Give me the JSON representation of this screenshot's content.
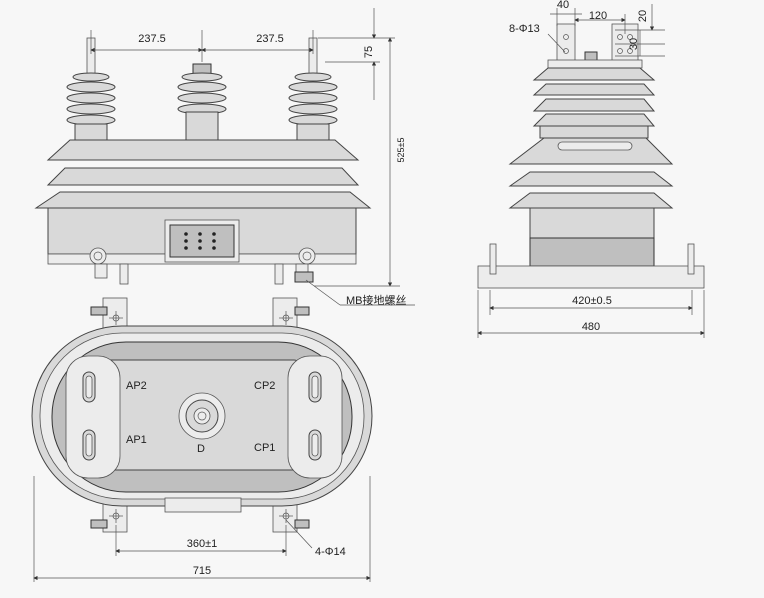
{
  "front_view": {
    "dim_left_spacing": "237.5",
    "dim_right_spacing": "237.5",
    "dim_top_75": "75",
    "dim_height_525": "525±5",
    "ground_bolt_label": "MB接地螺丝"
  },
  "side_view": {
    "dim_40": "40",
    "dim_120": "120",
    "dim_20": "20",
    "dim_30": "30",
    "hole_label": "8-Φ13",
    "dim_420": "420±0.5",
    "dim_480": "480"
  },
  "top_view": {
    "label_ap2": "AP2",
    "label_ap1": "AP1",
    "label_cp2": "CP2",
    "label_cp1": "CP1",
    "label_d": "D",
    "dim_360": "360±1",
    "mount_holes_label": "4-Φ14",
    "dim_715": "715"
  }
}
